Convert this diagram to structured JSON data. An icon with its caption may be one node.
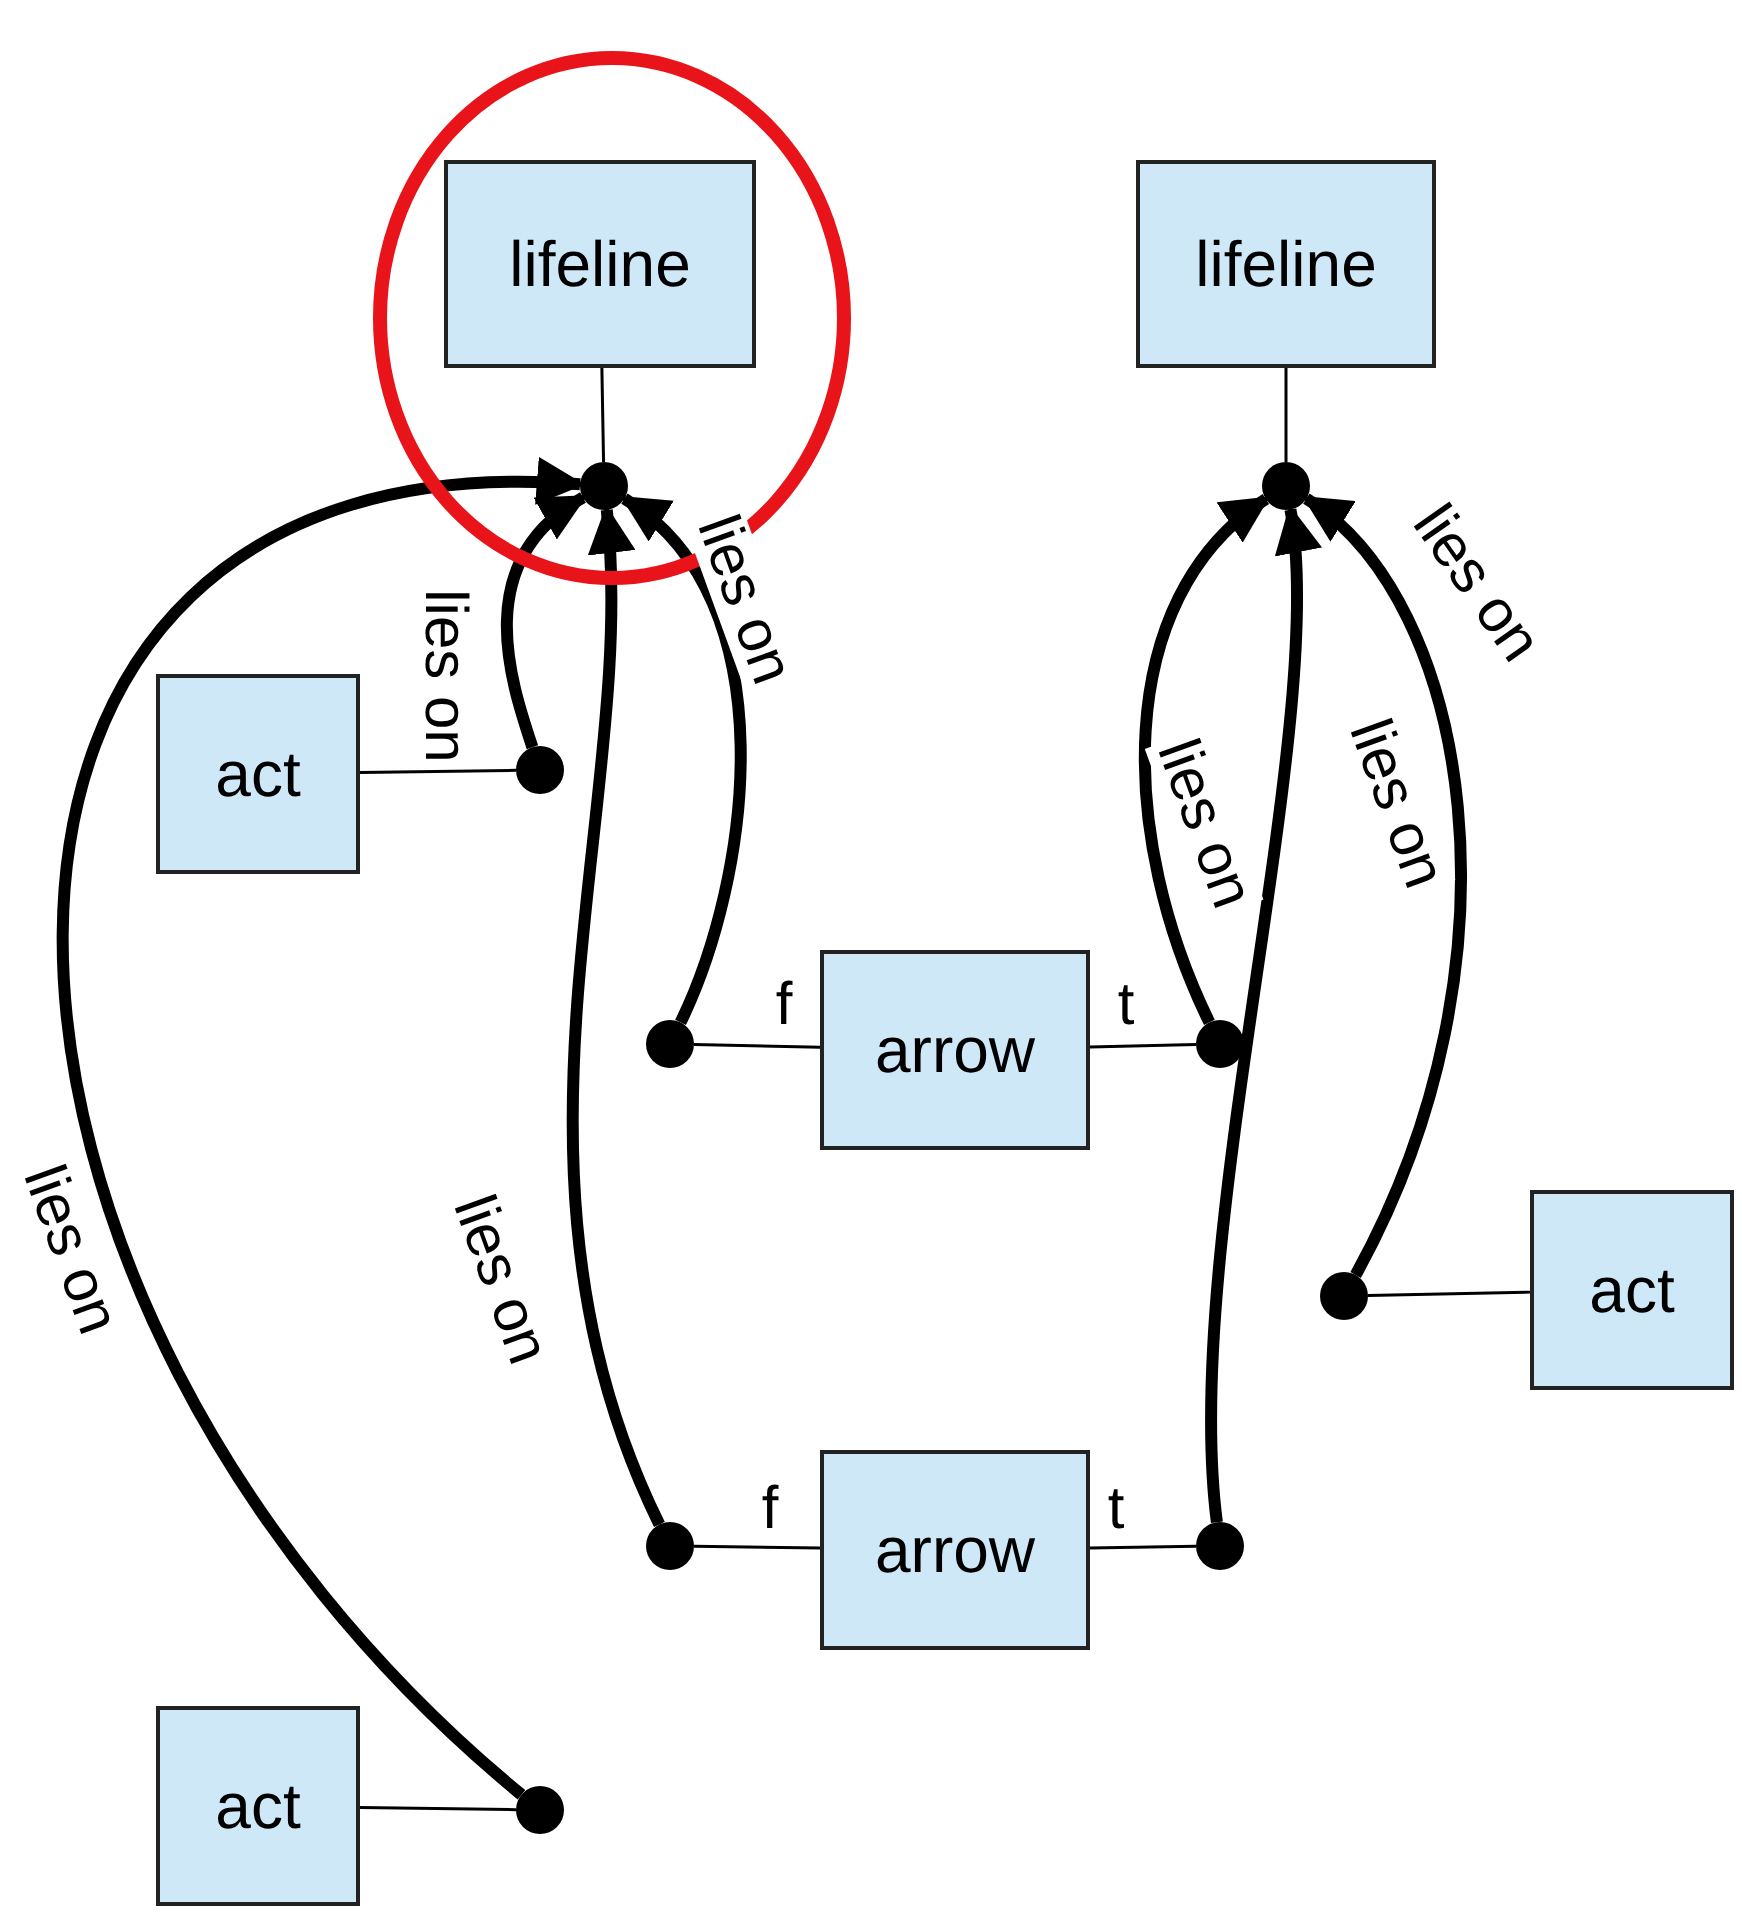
{
  "diagram": {
    "nodes": [
      {
        "text": [],
        "shape": "ellipse"
      },
      {
        "text": [
          "lifeline"
        ],
        "in": 0
      },
      {
        "text": [],
        "shape": "circle",
        "in": 0
      },
      {
        "text": [
          "lifeline"
        ]
      },
      {
        "text": [],
        "shape": "circle"
      },
      {
        "text": [
          "act"
        ]
      },
      {
        "text": [],
        "shape": "circle"
      },
      {
        "text": [
          "arrow"
        ]
      },
      {
        "text": [],
        "shape": "circle"
      },
      {
        "text": [],
        "shape": "circle"
      },
      {
        "text": [
          "act"
        ]
      },
      {
        "text": [],
        "shape": "circle"
      },
      {
        "text": [
          "arrow"
        ]
      },
      {
        "text": [],
        "shape": "circle"
      },
      {
        "text": [],
        "shape": "circle"
      },
      {
        "text": [
          "act"
        ]
      },
      {
        "text": [],
        "shape": "circle"
      }
    ],
    "edges": [
      {
        "from": 1,
        "to": 2,
        "arrow": "none"
      },
      {
        "from": 3,
        "to": 4,
        "arrow": "none"
      },
      {
        "from": 5,
        "to": 6,
        "arrow": "none"
      },
      {
        "from": 7,
        "to": 8,
        "arrow": "none",
        "label": "f"
      },
      {
        "from": 7,
        "to": 9,
        "arrow": "none",
        "label": "t"
      },
      {
        "from": 10,
        "to": 11,
        "arrow": "none"
      },
      {
        "from": 12,
        "to": 13,
        "arrow": "none",
        "label": "f"
      },
      {
        "from": 12,
        "to": 14,
        "arrow": "none",
        "label": "t"
      },
      {
        "from": 15,
        "to": 16,
        "arrow": "none"
      },
      {
        "from": 6,
        "to": 2,
        "arrow": "to",
        "label": "lies on",
        "style": "thick"
      },
      {
        "from": 8,
        "to": 2,
        "arrow": "to",
        "label": "lies on",
        "style": "thick"
      },
      {
        "from": 13,
        "to": 2,
        "arrow": "to",
        "label": "lies on",
        "style": "thick"
      },
      {
        "from": 16,
        "to": 2,
        "arrow": "to",
        "label": "lies on",
        "style": "thick"
      },
      {
        "from": 9,
        "to": 4,
        "arrow": "to",
        "label": "lies on",
        "style": "thick"
      },
      {
        "from": 14,
        "to": 4,
        "arrow": "to",
        "label": "lies on",
        "style": "thick"
      },
      {
        "from": 11,
        "to": 4,
        "arrow": "to",
        "label": "lies on",
        "style": "thick"
      }
    ]
  }
}
